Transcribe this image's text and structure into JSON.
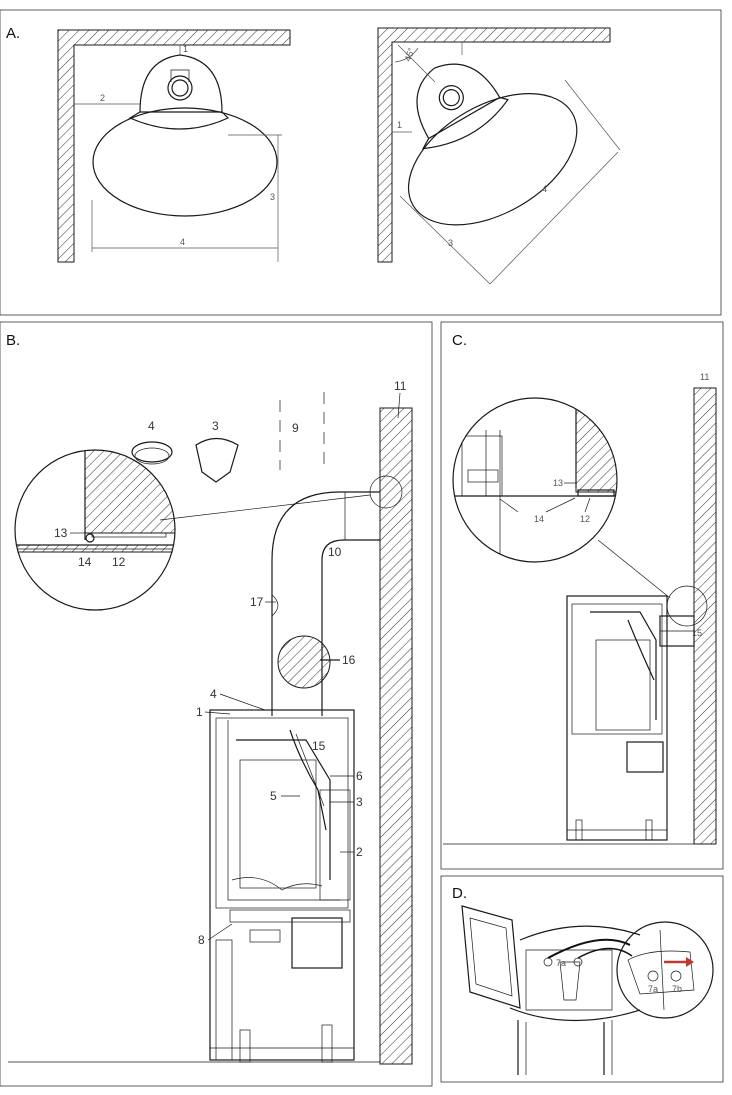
{
  "panels": {
    "a": {
      "title": "A.",
      "dims": {
        "d1": "1",
        "d2": "2",
        "d3": "3",
        "d4": "4",
        "angle": "45°"
      }
    },
    "b": {
      "title": "B.",
      "callouts": {
        "c1": "1",
        "c2": "2",
        "c3": "3",
        "c4": "4",
        "c5": "5",
        "c6": "6",
        "c8": "8",
        "c9": "9",
        "c10": "10",
        "c11": "11",
        "c12": "12",
        "c13": "13",
        "c14": "14",
        "c15": "15",
        "c16": "16",
        "c17": "17"
      },
      "parts": {
        "p3": "3",
        "p4": "4"
      }
    },
    "c": {
      "title": "C.",
      "callouts": {
        "c11": "11",
        "c12": "12",
        "c13": "13",
        "c14": "14",
        "c15": "15"
      }
    },
    "d": {
      "title": "D.",
      "callouts": {
        "c7a": "7a",
        "c7a2": "7a",
        "c7b": "7b"
      }
    }
  }
}
